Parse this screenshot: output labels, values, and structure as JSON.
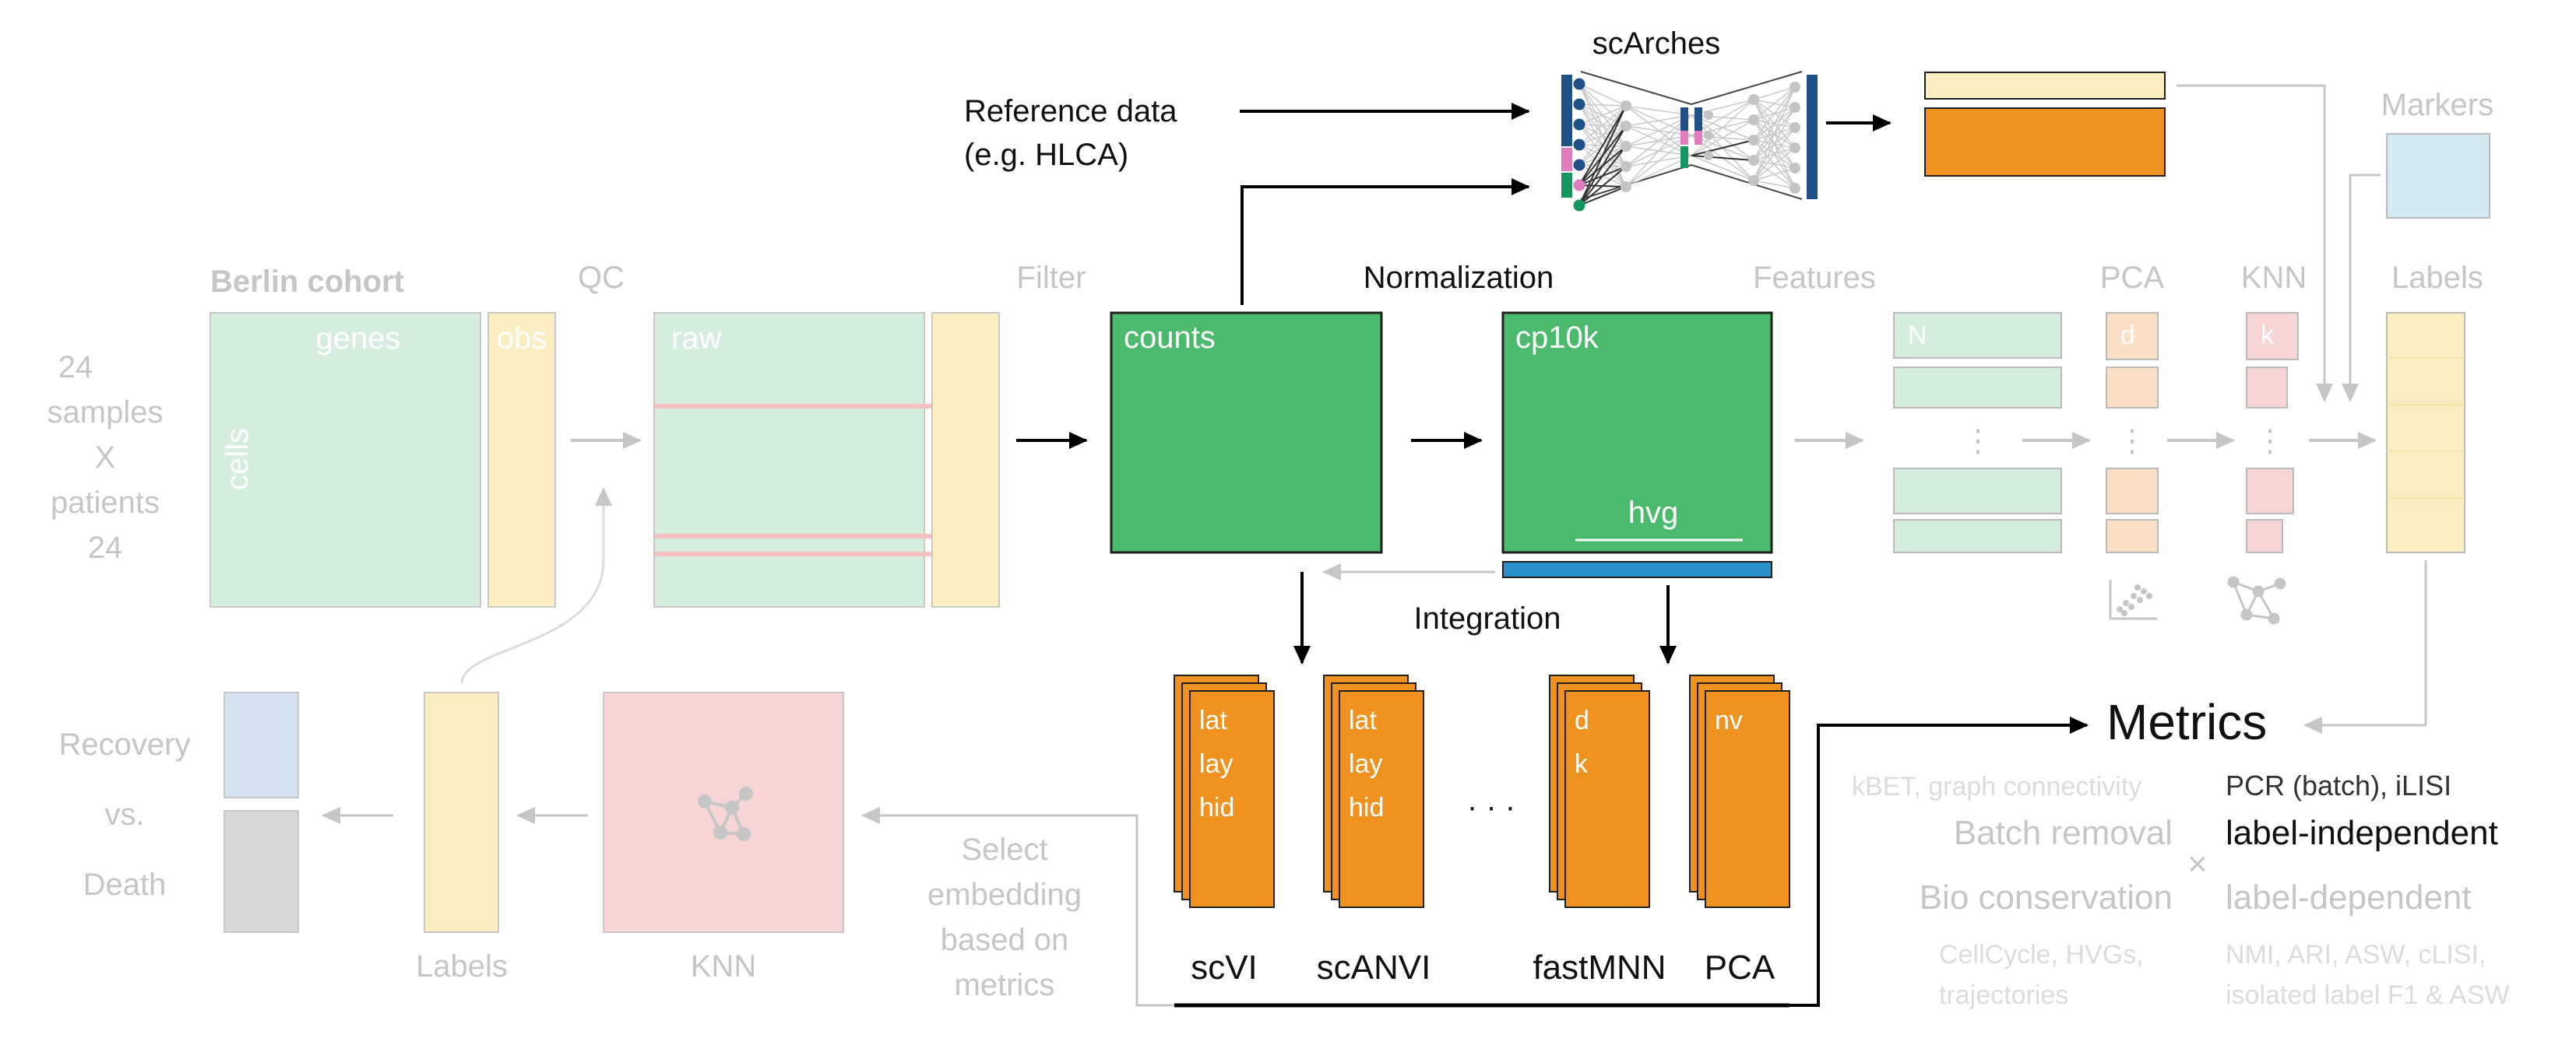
{
  "colors": {
    "green_pale": "#d5eedd",
    "green": "#4cba6c",
    "yellow_pale": "#faeec2",
    "orange": "#f0921f",
    "orange_pale": "#fbe0c5",
    "pink_pale": "#f8d5d5",
    "pink_line": "#f6c0c0",
    "blue_pale": "#d5e9f2",
    "blue_bar": "#2a90c8",
    "gray_text": "#c6c6c6",
    "gray_box": "#d8d8d8",
    "navy": "#1e4f86",
    "magenta": "#e07bbd",
    "teal": "#16955e"
  },
  "cohort": {
    "title": "Berlin cohort",
    "genes": "genes",
    "obs": "obs",
    "cells": "cells",
    "samples_count": "24",
    "samples_label": "samples",
    "times": "X",
    "patients_label": "patients",
    "patients_count": "24"
  },
  "qc": {
    "label": "QC",
    "raw": "raw"
  },
  "filter": {
    "label": "Filter",
    "counts": "counts"
  },
  "normalization": {
    "label": "Normalization",
    "cp10k": "cp10k",
    "hvg": "hvg"
  },
  "reference": {
    "line1": "Reference data",
    "line2": "(e.g. HLCA)"
  },
  "scarches": {
    "label": "scArches"
  },
  "markers": {
    "label": "Markers"
  },
  "features": {
    "label": "Features",
    "n": "N",
    "dots": "⋮"
  },
  "pca": {
    "label": "PCA",
    "d": "d",
    "dots": "⋮",
    "icon": "scatter-icon"
  },
  "knn": {
    "label": "KNN",
    "k": "k",
    "dots": "⋮",
    "icon": "graph-icon"
  },
  "labels": {
    "label": "Labels"
  },
  "integration": {
    "label": "Integration",
    "ellipsis": "· · ·",
    "methods": [
      {
        "name": "scVI",
        "lines": [
          "lat",
          "lay",
          "hid"
        ]
      },
      {
        "name": "scANVI",
        "lines": [
          "lat",
          "lay",
          "hid"
        ]
      },
      {
        "name": "fastMNN",
        "lines": [
          "d",
          "k"
        ]
      },
      {
        "name": "PCA",
        "lines": [
          "nv"
        ]
      }
    ]
  },
  "metrics": {
    "title": "Metrics",
    "batch_metrics": "kBET, graph connectivity",
    "batch_removal": "Batch removal",
    "bio_conservation": "Bio conservation",
    "bio_metrics_1": "CellCycle, HVGs,",
    "bio_metrics_2": "trajectories",
    "times": "×",
    "li_metrics": "PCR (batch), iLISI",
    "label_independent": "label-independent",
    "label_dependent": "label-dependent",
    "ld_metrics_1": "NMI, ARI, ASW, cLISI,",
    "ld_metrics_2": "isolated label F1 & ASW"
  },
  "select": {
    "line1": "Select",
    "line2": "embedding",
    "line3": "based on",
    "line4": "metrics"
  },
  "bottom": {
    "knn": "KNN",
    "labels": "Labels",
    "recovery": "Recovery",
    "vs": "vs.",
    "death": "Death"
  }
}
